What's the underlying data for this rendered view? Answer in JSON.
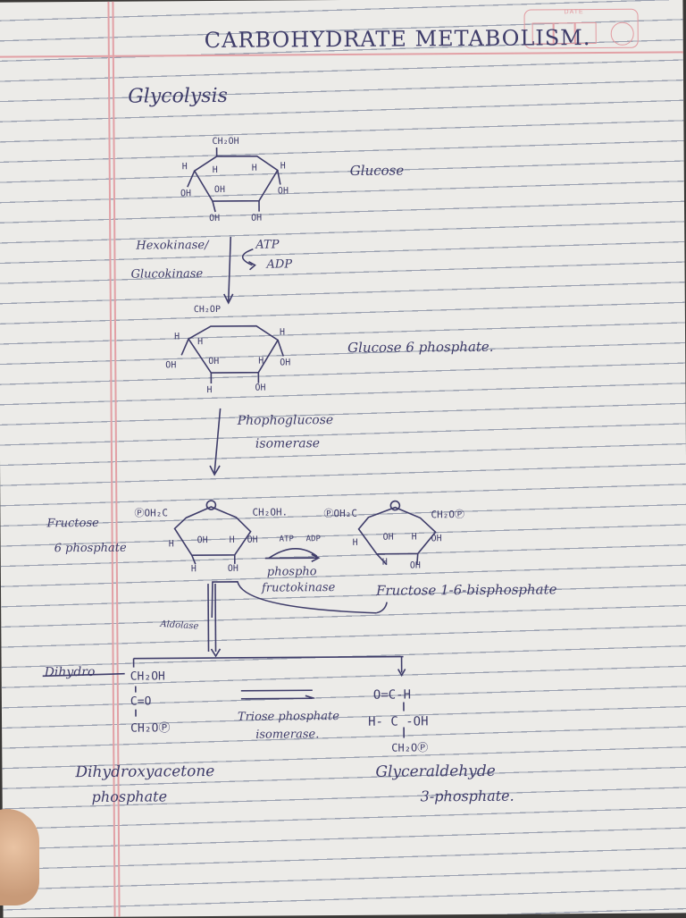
{
  "title": "CARBOHYDRATE METABOLISM.",
  "subtitle": "Glycolysis",
  "date_label": "DATE",
  "glucose": {
    "name": "Glucose",
    "ch2oh": "CH₂OH",
    "h1": "H",
    "h2": "H",
    "h3": "H",
    "h4": "H",
    "oh1": "OH",
    "oh2": "OH",
    "oh3": "OH",
    "oh4": "OH"
  },
  "step1": {
    "enzyme1": "Hexokinase/",
    "enzyme2": "Glucokinase",
    "atp": "ATP",
    "adp": "ADP"
  },
  "g6p": {
    "name": "Glucose 6 phosphate.",
    "ch2op": "CH₂OP",
    "h1": "H",
    "h2": "H",
    "h3": "H",
    "h4": "H",
    "h5": "H",
    "oh1": "OH",
    "oh2": "OH",
    "oh3": "OH",
    "oh4": "OH"
  },
  "step2": {
    "enzyme1": "Phophoglucose",
    "enzyme2": "isomerase"
  },
  "f6p": {
    "name1": "Fructose",
    "name2": "6 phosphate",
    "left": "ⓅOH₂C",
    "right": "CH₂OH.",
    "h1": "H",
    "h2": "H",
    "h3": "H",
    "oh1": "OH",
    "oh2": "OH",
    "oh3": "OH"
  },
  "step3": {
    "atp": "ATP",
    "adp": "ADP",
    "enzyme1": "phospho",
    "enzyme2": "fructokinase"
  },
  "f16bp": {
    "name": "Fructose 1-6-bisphosphate",
    "left": "ⓅOH₂C",
    "right": "CH₂OⓅ",
    "h1": "H",
    "h2": "H",
    "h3": "H",
    "oh1": "OH",
    "oh2": "OH",
    "oh3": "OH"
  },
  "step4": {
    "enzyme": "Aldolase"
  },
  "dhap": {
    "strike": "Dihydro",
    "l1": "CH₂OH",
    "l2": "C=O",
    "l3": "CH₂OⓅ",
    "name1": "Dihydroxyacetone",
    "name2": "phosphate"
  },
  "step5": {
    "enzyme1": "Triose phosphate",
    "enzyme2": "isomerase."
  },
  "g3p": {
    "l1": "O=C-H",
    "l2": "H- C -OH",
    "l3": "CH₂OⓅ",
    "name1": "Glyceraldehyde",
    "name2": "3-phosphate."
  }
}
